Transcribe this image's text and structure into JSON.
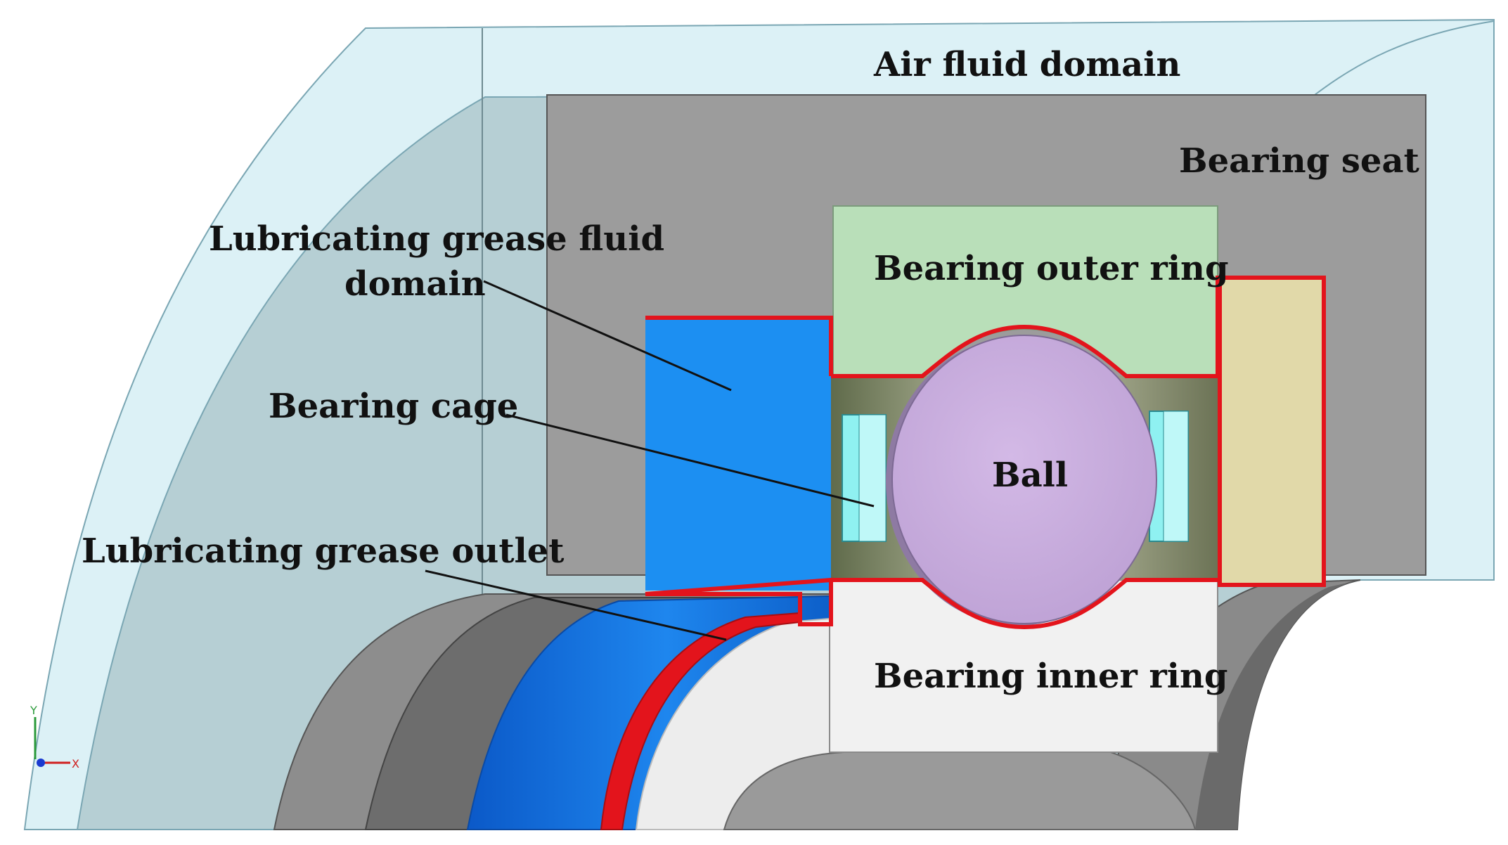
{
  "labels": {
    "air_fluid_domain": "Air fluid domain",
    "bearing_seat": "Bearing seat",
    "grease_domain_line1": "Lubricating grease fluid",
    "grease_domain_line2": "domain",
    "bearing_outer_ring": "Bearing outer ring",
    "bearing_cage": "Bearing cage",
    "ball": "Ball",
    "grease_outlet": "Lubricating grease outlet",
    "bearing_inner_ring": "Bearing inner ring"
  },
  "axis_triad": {
    "y": "Y",
    "x": "X"
  },
  "colors": {
    "air_domain": "#dcf1f6",
    "bearing_seat": "#9c9c9c",
    "grease_domain": "#1c8ff2",
    "outer_ring": "#b9dfb9",
    "inner_ring": "#f1f1f1",
    "ball": "#c8aede",
    "cage": "#8ff1f1",
    "seal": "#e1d9a9",
    "outline": "#e3141c"
  }
}
